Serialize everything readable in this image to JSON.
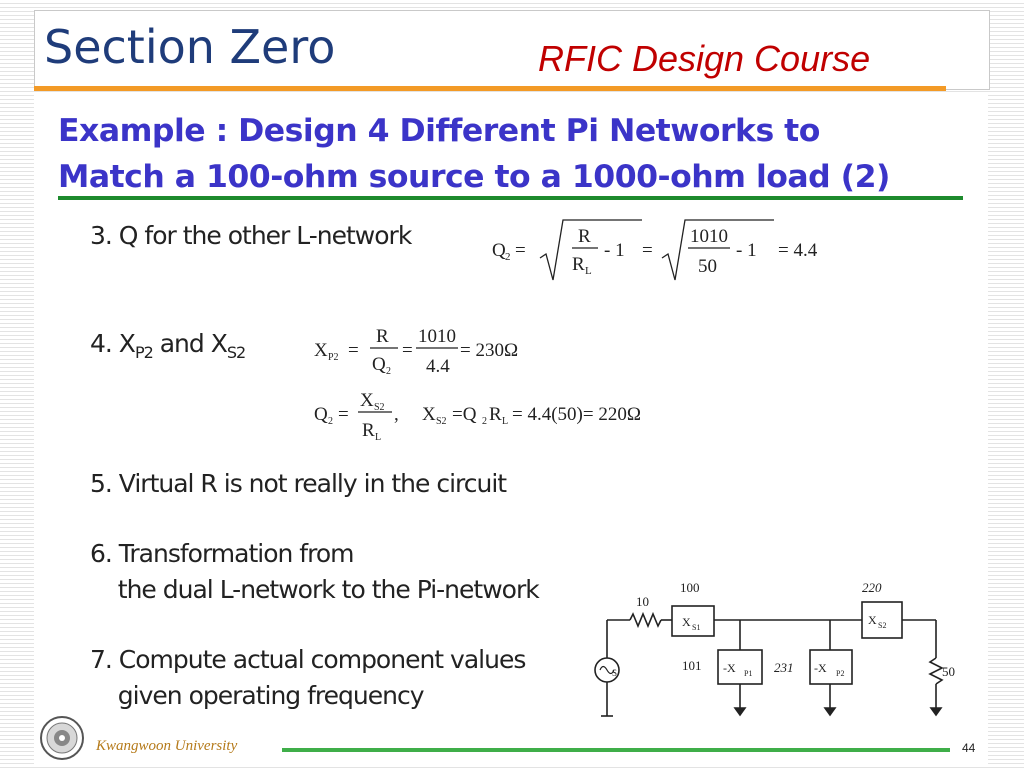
{
  "header": {
    "section_title": "Section Zero",
    "course_title": "RFIC Design Course"
  },
  "example": {
    "line1": "Example : Design 4 Different Pi Networks to",
    "line2": "Match a 100-ohm source to a 1000-ohm load (2)"
  },
  "steps": {
    "s3": "3. Q for the other L-network",
    "s4_prefix": "4. X",
    "s4_sub1": "P2",
    "s4_mid": " and X",
    "s4_sub2": "S2",
    "s5": "5. Virtual R is not really in the circuit",
    "s6_line1": "6. Transformation from",
    "s6_line2": "    the dual L-network to the Pi-network",
    "s7_line1": "7. Compute actual component values",
    "s7_line2": "    given operating frequency"
  },
  "equations": {
    "q2": {
      "lhs": "Q",
      "lhs_sub": "2",
      "frac1_num": "R",
      "frac1_den": "R",
      "frac1_den_sub": "L",
      "frac2_num": "1010",
      "frac2_den": "50",
      "minus1": "- 1",
      "eq": "=",
      "result": "= 4.4"
    },
    "xp2": {
      "lhs": "X",
      "lhs_sub": "P2",
      "frac1_num": "R",
      "frac1_den": "Q",
      "frac1_den_sub": "2",
      "frac2_num": "1010",
      "frac2_den": "4.4",
      "result": "= 230Ω"
    },
    "xs2": {
      "lhs": "Q",
      "lhs_sub": "2",
      "frac_num": "X",
      "frac_num_sub": "S2",
      "frac_den": "R",
      "frac_den_sub": "L",
      "rhs": "X",
      "rhs_sub": "S2",
      "rhs_expr": "=Q",
      "rhs_expr_sub": "2",
      "rhs_expr2": "R",
      "rhs_expr2_sub": "L",
      "result": "= 4.4(50)= 220Ω"
    }
  },
  "circuit": {
    "label_source_r": "10",
    "label_100": "100",
    "label_101": "101",
    "label_xs1": "X",
    "label_xs1_sub": "S1",
    "label_xp1": "-X",
    "label_xp1_sub": "P1",
    "label_231": "231",
    "label_xp2": "-X",
    "label_xp2_sub": "P2",
    "label_220": "220",
    "label_xs2": "X",
    "label_xs2_sub": "S2",
    "label_load": "50",
    "label_source": "S"
  },
  "footer": {
    "university": "Kwangwoon University",
    "page_number": "44"
  }
}
